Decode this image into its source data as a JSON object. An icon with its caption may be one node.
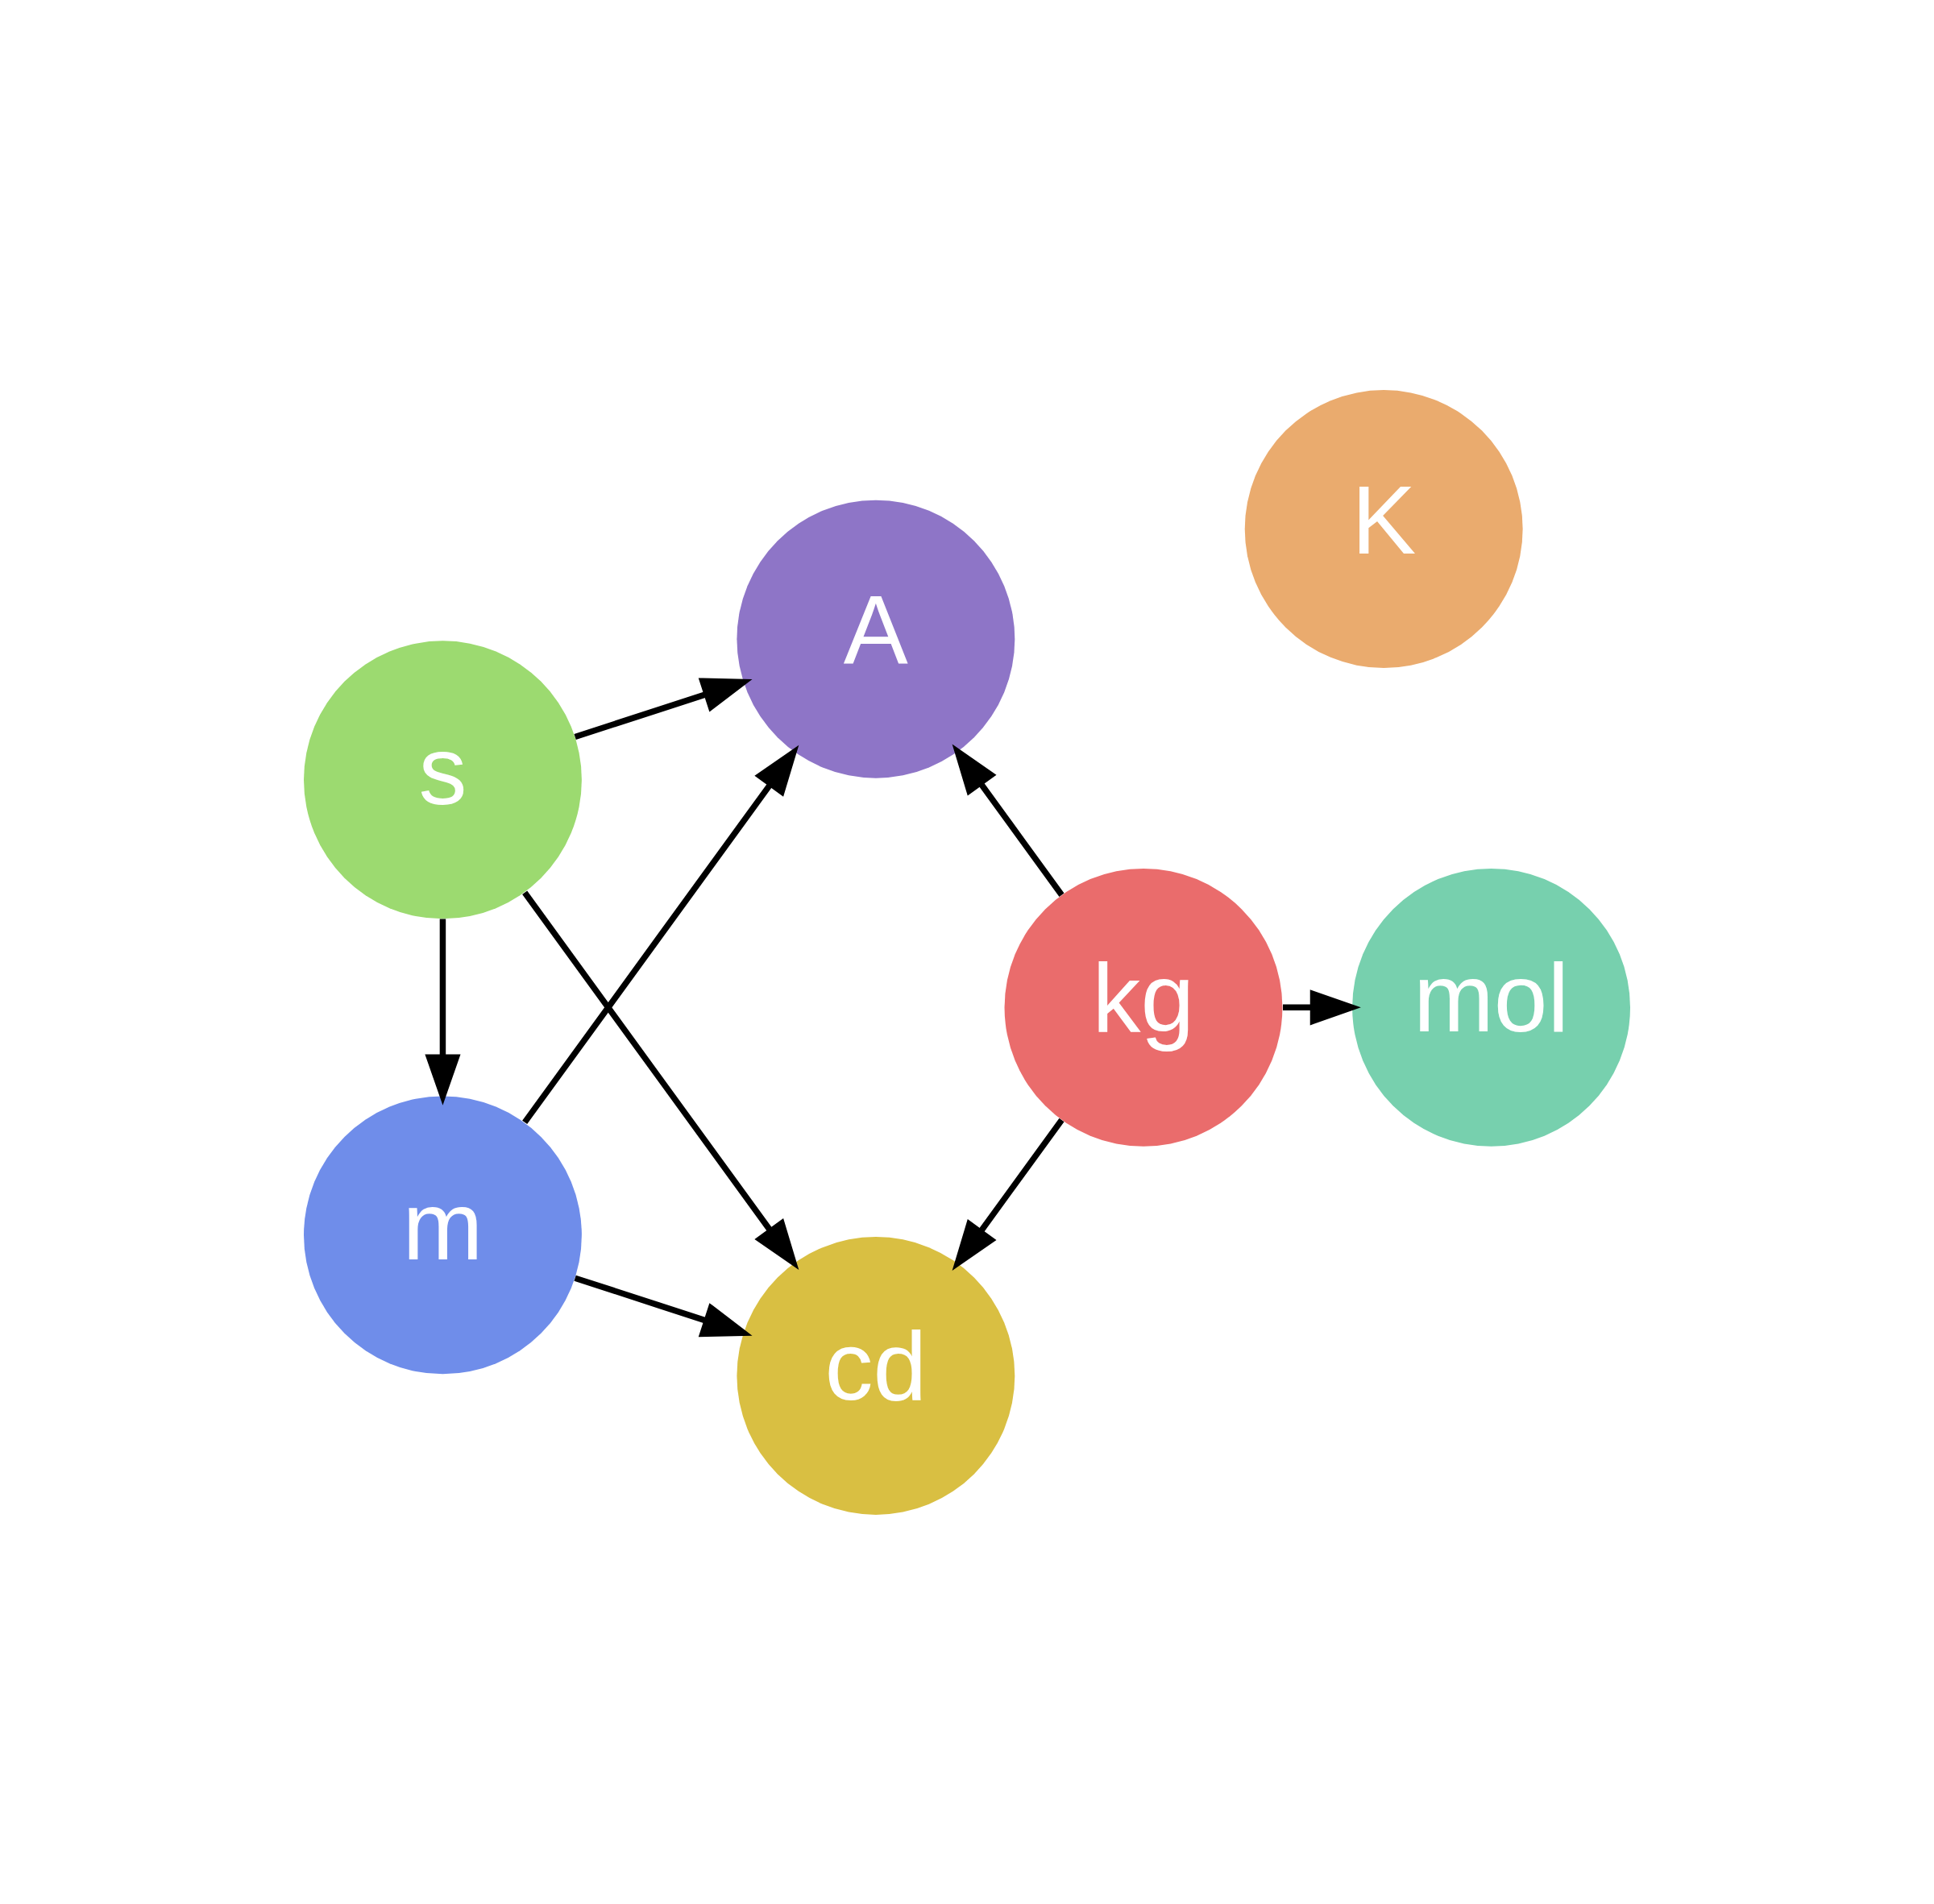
{
  "diagram": {
    "nodes": [
      {
        "text": [
          "K"
        ]
      },
      {
        "text": [
          "A"
        ]
      },
      {
        "text": [
          "s"
        ]
      },
      {
        "text": [
          "mol"
        ]
      },
      {
        "text": [
          "m"
        ]
      },
      {
        "text": [
          "cd"
        ]
      },
      {
        "text": [
          "kg"
        ]
      }
    ],
    "edges": [
      {
        "from": 2,
        "to": 1,
        "arrow": "to"
      },
      {
        "from": 4,
        "to": 1,
        "arrow": "to"
      },
      {
        "from": 6,
        "to": 1,
        "arrow": "to"
      },
      {
        "from": 2,
        "to": 4,
        "arrow": "to"
      },
      {
        "from": 2,
        "to": 5,
        "arrow": "to"
      },
      {
        "from": 4,
        "to": 5,
        "arrow": "to"
      },
      {
        "from": 6,
        "to": 3,
        "arrow": "to"
      },
      {
        "from": 6,
        "to": 5,
        "arrow": "to"
      }
    ]
  }
}
